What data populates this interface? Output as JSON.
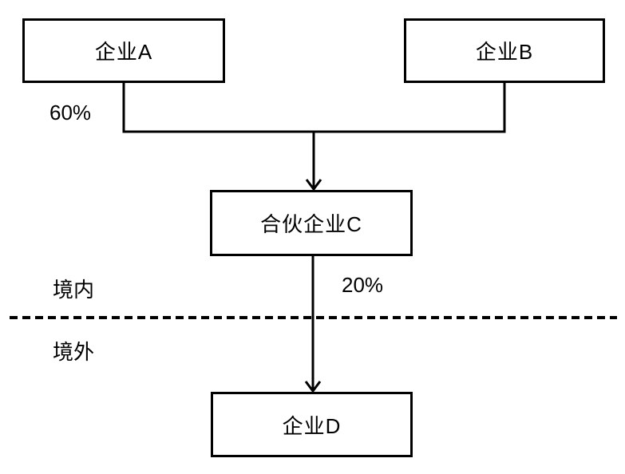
{
  "diagram": {
    "nodes": {
      "a": {
        "label": "企业A"
      },
      "b": {
        "label": "企业B"
      },
      "c": {
        "label": "合伙企业C"
      },
      "d": {
        "label": "企业D"
      }
    },
    "edge_labels": {
      "a_to_c_percent": "60%",
      "c_to_d_percent": "20%"
    },
    "regions": {
      "domestic": "境内",
      "overseas": "境外"
    },
    "colors": {
      "line": "#000000",
      "text": "#000000",
      "background": "#ffffff"
    }
  }
}
